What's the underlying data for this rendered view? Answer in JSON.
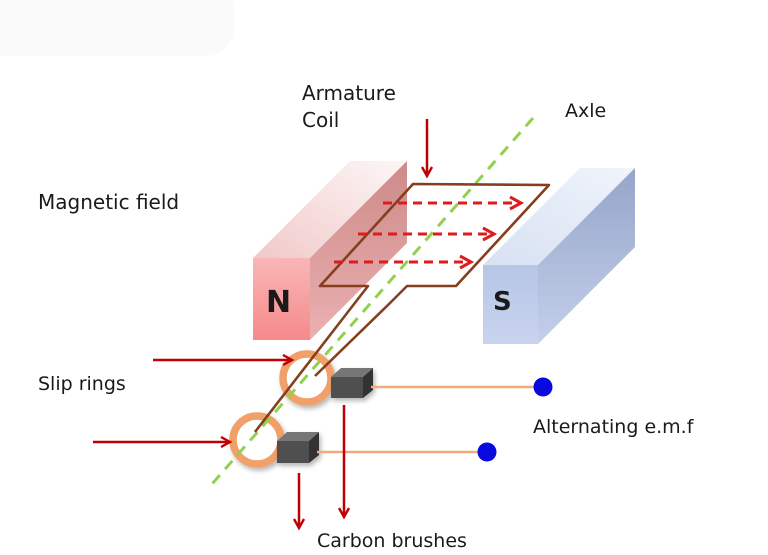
{
  "diagram": {
    "labels": {
      "armature_coil_line1": "Armature",
      "armature_coil_line2": "Coil",
      "axle": "Axle",
      "magnetic_field": "Magnetic field",
      "slip_rings": "Slip rings",
      "alternating_emf": "Alternating e.m.f",
      "carbon_brushes": "Carbon brushes",
      "north_pole": "N",
      "south_pole": "S"
    },
    "colors": {
      "label_text": "#1a1a1a",
      "pointer_arrow_red": "#c00000",
      "field_arrow_red": "#dd1c1c",
      "coil_brown": "#853f1d",
      "axle_green": "#92d050",
      "slip_ring_orange": "#f0a068",
      "brush_gray_front": "#4f4f4f",
      "output_wire_salmon": "#f5a97e",
      "terminal_blue": "#0a0ae0",
      "n_magnet_front": "#f79090",
      "s_magnet_front": "#bccbe9"
    }
  }
}
